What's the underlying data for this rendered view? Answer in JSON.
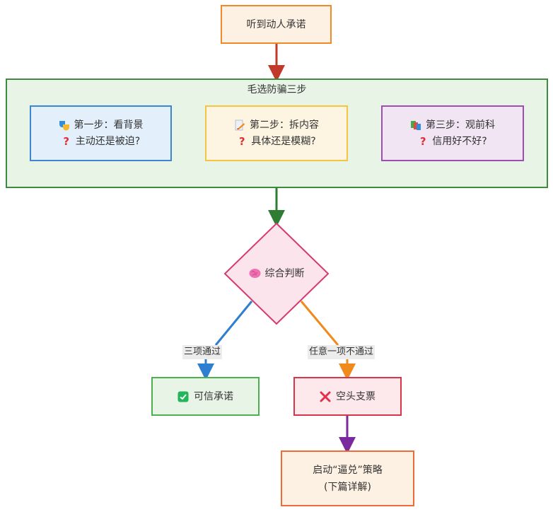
{
  "start": {
    "label": "听到动人承诺"
  },
  "filter_group": {
    "title": "毛选防骗三步",
    "steps": [
      {
        "icon": "theater-masks-icon",
        "title": "第一步：看背景",
        "question_icon": "question-mark-icon",
        "question": "主动还是被迫?"
      },
      {
        "icon": "memo-pencil-icon",
        "title": "第二步：拆内容",
        "question_icon": "question-mark-icon",
        "question": "具体还是模糊?"
      },
      {
        "icon": "books-icon",
        "title": "第三步：观前科",
        "question_icon": "question-mark-icon",
        "question": "信用好不好?"
      }
    ]
  },
  "decision": {
    "icon": "brain-icon",
    "label": "综合判断"
  },
  "branches": {
    "yes": {
      "edge_label": "三项通过",
      "icon": "check-box-icon",
      "label": "可信承诺"
    },
    "no": {
      "edge_label": "任意一项不通过",
      "icon": "cross-mark-icon",
      "label": "空头支票"
    }
  },
  "next": {
    "line1": "启动“逼兑”策略",
    "line2": "(下篇详解)"
  },
  "colors": {
    "start_border": "#f0892a",
    "group_border": "#3e8a3e",
    "step1_border": "#3d87d0",
    "step2_border": "#f5c542",
    "step3_border": "#9b4fb5",
    "decision_border": "#d63a6e",
    "yes_edge": "#2f7fd0",
    "no_edge": "#f08a1c",
    "start_edge": "#c0392b",
    "group_edge": "#2e7d32",
    "next_edge": "#7b2a9e"
  }
}
